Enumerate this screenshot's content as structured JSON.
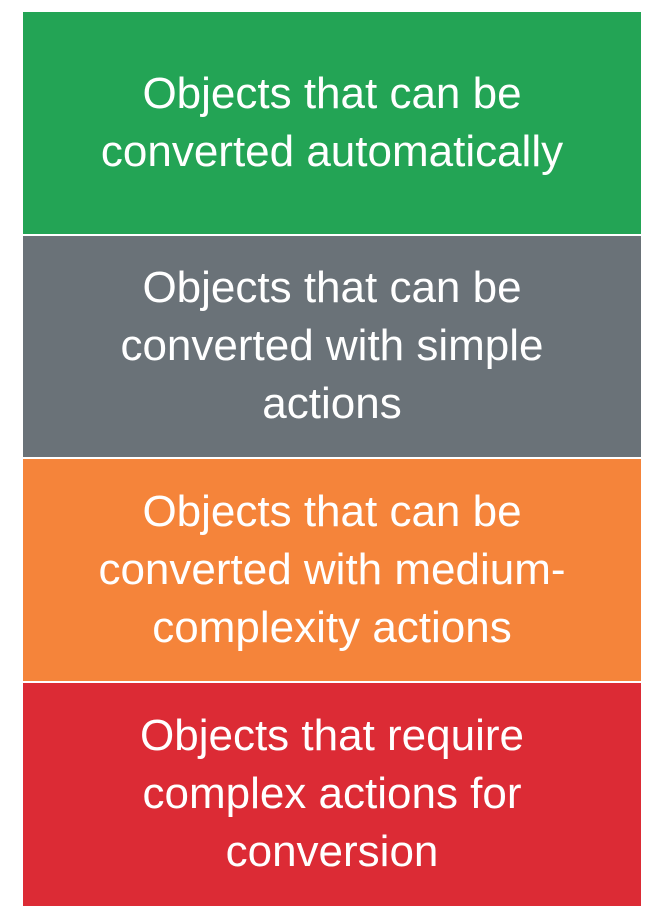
{
  "blocks": [
    {
      "text": "Objects that can be converted automatically",
      "color": "#23a455"
    },
    {
      "text": "Objects that can be converted with simple actions",
      "color": "#6a7278"
    },
    {
      "text": "Objects that can be converted with medium-complexity actions",
      "color": "#f5843a"
    },
    {
      "text": "Objects that require complex actions for conversion",
      "color": "#dc2b35"
    }
  ]
}
